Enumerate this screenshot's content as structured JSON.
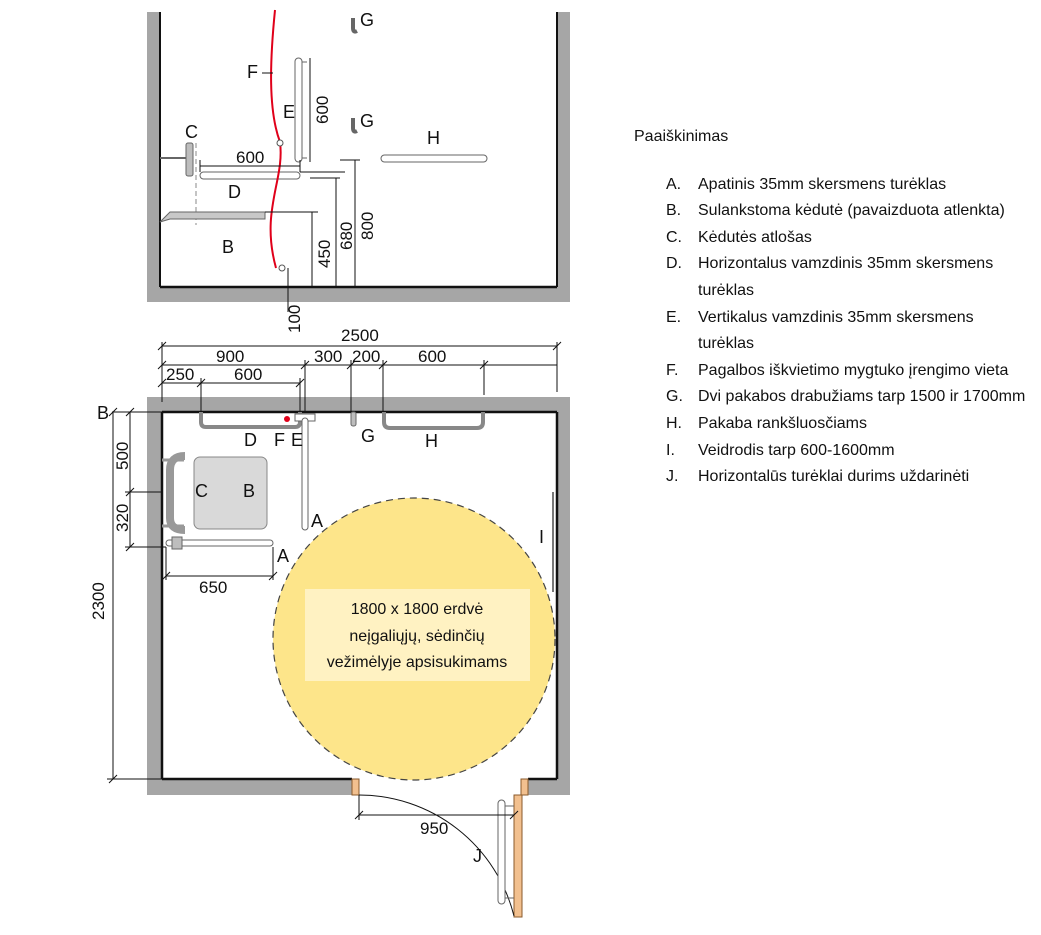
{
  "elevation": {
    "labels": {
      "c": "C",
      "f": "F",
      "e": "E",
      "g1": "G",
      "g2": "G",
      "h": "H",
      "d": "D",
      "b": "B"
    },
    "dims": {
      "d600_h": "600",
      "d600_v": "600",
      "d450": "450",
      "d680": "680",
      "d800": "800",
      "d100": "100"
    }
  },
  "plan": {
    "dims": {
      "total": "2500",
      "d900": "900",
      "d300": "300",
      "d200": "200",
      "d600a": "600",
      "d250": "250",
      "d600b": "600",
      "d500": "500",
      "d320": "320",
      "d2300": "2300",
      "d650": "650",
      "d950": "950"
    },
    "labels": {
      "b_side": "B",
      "d": "D",
      "f": "F",
      "e": "E",
      "g": "G",
      "h": "H",
      "c": "C",
      "b": "B",
      "a1": "A",
      "a2": "A",
      "i": "I",
      "j": "J"
    },
    "circle": {
      "line1": "1800 x 1800 erdvė",
      "line2": "neįgaliųjų, sėdinčių",
      "line3": "vežimėlyje apsisukimams"
    }
  },
  "legend": {
    "title": "Paaiškinimas",
    "items": [
      {
        "key": "A.",
        "text": "Apatinis 35mm skersmens turėklas"
      },
      {
        "key": "B.",
        "text": "Sulankstoma kėdutė (pavaizduota atlenkta)"
      },
      {
        "key": "C.",
        "text": "Kėdutės atlošas"
      },
      {
        "key": "D.",
        "text": "Horizontalus vamzdinis 35mm skersmens turėklas"
      },
      {
        "key": "E.",
        "text": "Vertikalus vamzdinis 35mm skersmens turėklas"
      },
      {
        "key": "F.",
        "text": "Pagalbos iškvietimo  mygtuko įrengimo vieta"
      },
      {
        "key": "G.",
        "text": "Dvi pakabos drabužiams tarp 1500 ir 1700mm"
      },
      {
        "key": "H.",
        "text": "Pakaba rankšluosčiams"
      },
      {
        "key": "I.",
        "text": "Veidrodis  tarp 600-1600mm"
      },
      {
        "key": "J.",
        "text": "Horizontalūs turėklai durims uždarinėti"
      }
    ]
  },
  "colors": {
    "wall": "#a6a6a6",
    "circle_fill": "#fde58a",
    "alarm": "#e0001a",
    "door_frame": "#f2c08f",
    "rail": "#bdbdbd"
  }
}
